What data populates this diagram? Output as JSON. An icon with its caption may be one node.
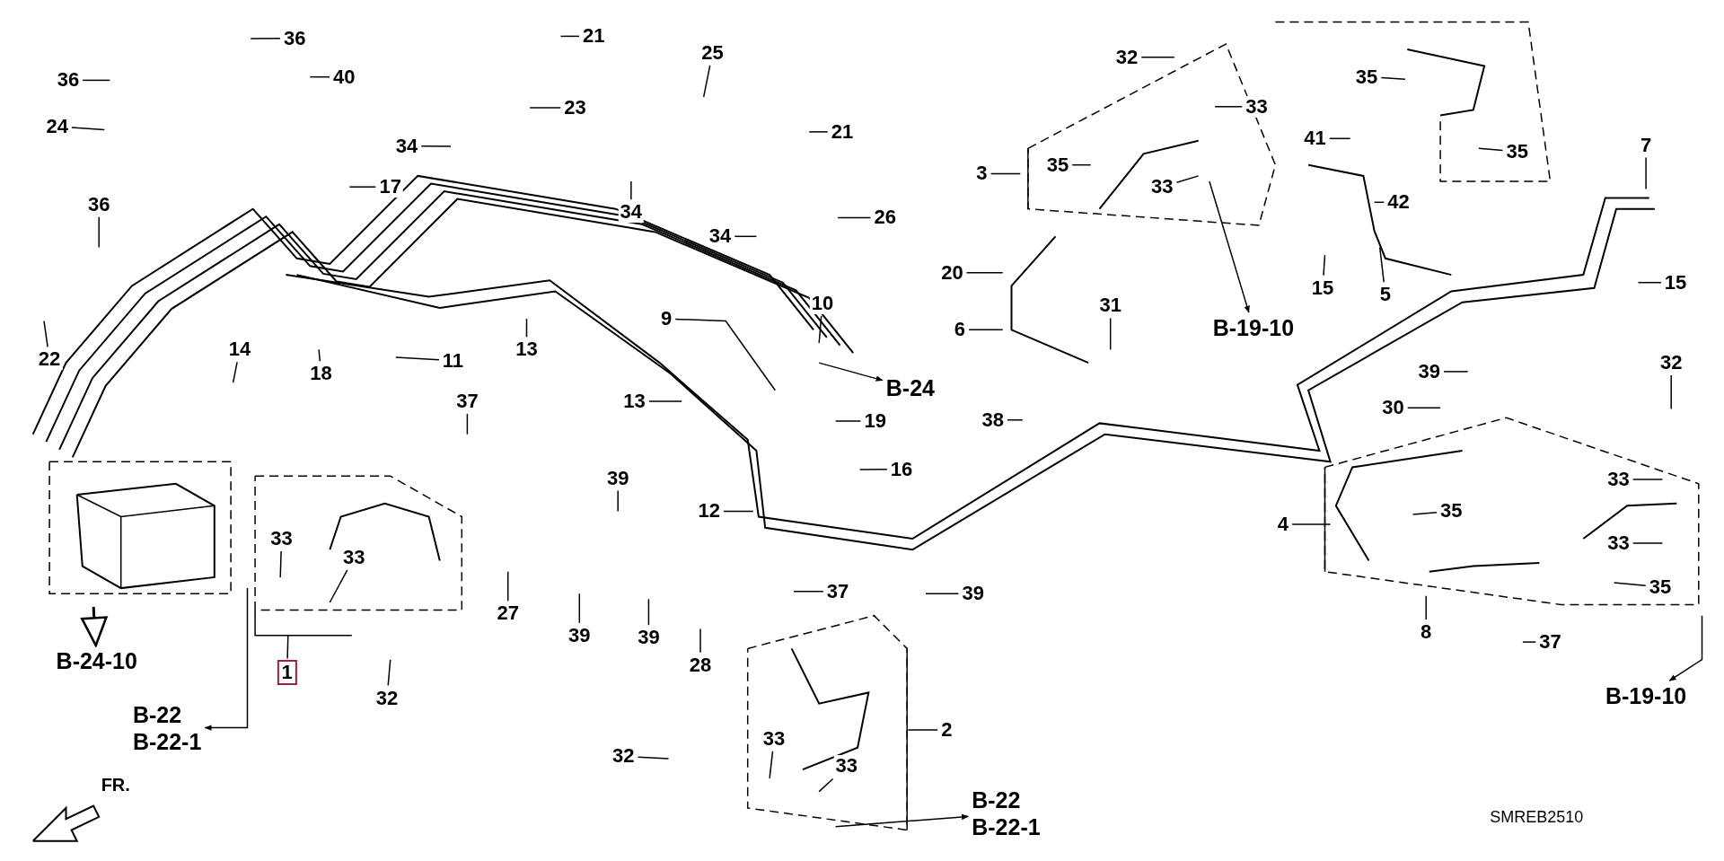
{
  "diagram": {
    "nodes": [
      {
        "text": [
          "36"
        ]
      },
      {
        "text": [
          "21"
        ]
      },
      {
        "text": [
          "25"
        ]
      },
      {
        "text": [
          "36"
        ]
      },
      {
        "text": [
          "40"
        ]
      },
      {
        "text": [
          "23"
        ]
      },
      {
        "text": [
          "21"
        ]
      },
      {
        "text": [
          "32"
        ]
      },
      {
        "text": [
          "33"
        ]
      },
      {
        "text": [
          "35"
        ]
      },
      {
        "text": [
          "24"
        ]
      },
      {
        "text": [
          "34"
        ]
      },
      {
        "text": [
          "41"
        ]
      },
      {
        "text": [
          "35"
        ]
      },
      {
        "text": [
          "3"
        ]
      },
      {
        "text": [
          "35"
        ]
      },
      {
        "text": [
          "33"
        ]
      },
      {
        "text": [
          "7"
        ]
      },
      {
        "text": [
          "17"
        ]
      },
      {
        "text": [
          "34"
        ]
      },
      {
        "text": [
          "26"
        ]
      },
      {
        "text": [
          "42"
        ]
      },
      {
        "text": [
          "36"
        ]
      },
      {
        "text": [
          "34"
        ]
      },
      {
        "text": [
          "20"
        ]
      },
      {
        "text": [
          "B-19-10"
        ]
      },
      {
        "text": [
          "15"
        ]
      },
      {
        "text": [
          "5"
        ]
      },
      {
        "text": [
          "15"
        ]
      },
      {
        "text": [
          "22"
        ]
      },
      {
        "text": [
          "14"
        ]
      },
      {
        "text": [
          "18"
        ]
      },
      {
        "text": [
          "11"
        ]
      },
      {
        "text": [
          "13"
        ]
      },
      {
        "text": [
          "9"
        ]
      },
      {
        "text": [
          "10"
        ]
      },
      {
        "text": [
          "B-24"
        ]
      },
      {
        "text": [
          "6"
        ]
      },
      {
        "text": [
          "31"
        ]
      },
      {
        "text": [
          "39"
        ]
      },
      {
        "text": [
          "32"
        ]
      },
      {
        "text": [
          "13"
        ]
      },
      {
        "text": [
          "19"
        ]
      },
      {
        "text": [
          "37"
        ]
      },
      {
        "text": [
          "38"
        ]
      },
      {
        "text": [
          "30"
        ]
      },
      {
        "text": [
          "16"
        ]
      },
      {
        "text": [
          "33"
        ]
      },
      {
        "text": [
          "39"
        ]
      },
      {
        "text": [
          "12"
        ]
      },
      {
        "text": [
          "4"
        ]
      },
      {
        "text": [
          "35"
        ]
      },
      {
        "text": [
          "33"
        ]
      },
      {
        "text": [
          "33"
        ]
      },
      {
        "text": [
          "33"
        ]
      },
      {
        "text": [
          "27"
        ]
      },
      {
        "text": [
          "39"
        ]
      },
      {
        "text": [
          "39"
        ]
      },
      {
        "text": [
          "37"
        ]
      },
      {
        "text": [
          "39"
        ]
      },
      {
        "text": [
          "35"
        ]
      },
      {
        "text": [
          "8"
        ]
      },
      {
        "text": [
          "37"
        ]
      },
      {
        "text": [
          "28"
        ]
      },
      {
        "text": [
          "1"
        ]
      },
      {
        "text": [
          "32"
        ]
      },
      {
        "text": [
          "B-24-10"
        ]
      },
      {
        "text": [
          "B-22",
          "B-22-1"
        ]
      },
      {
        "text": [
          "2"
        ]
      },
      {
        "text": [
          "32"
        ]
      },
      {
        "text": [
          "33"
        ]
      },
      {
        "text": [
          "33"
        ]
      },
      {
        "text": [
          "B-22",
          "B-22-1"
        ]
      },
      {
        "text": [
          "B-19-10"
        ]
      }
    ],
    "edges": [
      {
        "from": 0,
        "to": null,
        "arrow": "none"
      },
      {
        "from": 1,
        "to": null,
        "arrow": "none"
      },
      {
        "from": 2,
        "to": null,
        "arrow": "none"
      },
      {
        "from": 3,
        "to": null,
        "arrow": "none"
      },
      {
        "from": 4,
        "to": null,
        "arrow": "none"
      },
      {
        "from": 5,
        "to": null,
        "arrow": "none"
      },
      {
        "from": 6,
        "to": null,
        "arrow": "none"
      },
      {
        "from": 7,
        "to": null,
        "arrow": "none"
      },
      {
        "from": 8,
        "to": null,
        "arrow": "none"
      },
      {
        "from": 9,
        "to": null,
        "arrow": "none"
      },
      {
        "from": 10,
        "to": null,
        "arrow": "none"
      },
      {
        "from": 11,
        "to": null,
        "arrow": "none"
      },
      {
        "from": 12,
        "to": null,
        "arrow": "none"
      },
      {
        "from": 13,
        "to": null,
        "arrow": "none"
      },
      {
        "from": 14,
        "to": null,
        "arrow": "none"
      },
      {
        "from": 15,
        "to": null,
        "arrow": "none"
      },
      {
        "from": 16,
        "to": null,
        "arrow": "none"
      },
      {
        "from": 17,
        "to": null,
        "arrow": "none"
      },
      {
        "from": 18,
        "to": null,
        "arrow": "none"
      },
      {
        "from": 19,
        "to": null,
        "arrow": "none"
      },
      {
        "from": 20,
        "to": null,
        "arrow": "none"
      },
      {
        "from": 21,
        "to": null,
        "arrow": "none"
      },
      {
        "from": 22,
        "to": null,
        "arrow": "none"
      },
      {
        "from": 23,
        "to": null,
        "arrow": "none"
      },
      {
        "from": 24,
        "to": null,
        "arrow": "none"
      },
      {
        "from": null,
        "to": 25,
        "arrow": "to"
      },
      {
        "from": 26,
        "to": null,
        "arrow": "none"
      },
      {
        "from": 27,
        "to": null,
        "arrow": "none"
      },
      {
        "from": 28,
        "to": null,
        "arrow": "none"
      },
      {
        "from": 29,
        "to": null,
        "arrow": "none"
      },
      {
        "from": 30,
        "to": null,
        "arrow": "none"
      },
      {
        "from": 31,
        "to": null,
        "arrow": "none"
      },
      {
        "from": 32,
        "to": null,
        "arrow": "none"
      },
      {
        "from": 33,
        "to": null,
        "arrow": "none"
      },
      {
        "from": 34,
        "to": null,
        "arrow": "none"
      },
      {
        "from": 35,
        "to": null,
        "arrow": "none"
      },
      {
        "from": null,
        "to": 36,
        "arrow": "to"
      },
      {
        "from": 37,
        "to": null,
        "arrow": "none"
      },
      {
        "from": 38,
        "to": null,
        "arrow": "none"
      },
      {
        "from": 39,
        "to": null,
        "arrow": "none"
      },
      {
        "from": 40,
        "to": null,
        "arrow": "none"
      },
      {
        "from": 41,
        "to": null,
        "arrow": "none"
      },
      {
        "from": 42,
        "to": null,
        "arrow": "none"
      },
      {
        "from": 43,
        "to": null,
        "arrow": "none"
      },
      {
        "from": 44,
        "to": null,
        "arrow": "none"
      },
      {
        "from": 45,
        "to": null,
        "arrow": "none"
      },
      {
        "from": 46,
        "to": null,
        "arrow": "none"
      },
      {
        "from": 47,
        "to": null,
        "arrow": "none"
      },
      {
        "from": 48,
        "to": null,
        "arrow": "none"
      },
      {
        "from": 49,
        "to": null,
        "arrow": "none"
      },
      {
        "from": 50,
        "to": null,
        "arrow": "none"
      },
      {
        "from": 51,
        "to": null,
        "arrow": "none"
      },
      {
        "from": 52,
        "to": null,
        "arrow": "none"
      },
      {
        "from": 53,
        "to": null,
        "arrow": "none"
      },
      {
        "from": 54,
        "to": null,
        "arrow": "none"
      },
      {
        "from": 55,
        "to": null,
        "arrow": "none"
      },
      {
        "from": 56,
        "to": null,
        "arrow": "none"
      },
      {
        "from": 57,
        "to": null,
        "arrow": "none"
      },
      {
        "from": 58,
        "to": null,
        "arrow": "none"
      },
      {
        "from": 59,
        "to": null,
        "arrow": "none"
      },
      {
        "from": 60,
        "to": null,
        "arrow": "none"
      },
      {
        "from": 61,
        "to": null,
        "arrow": "none"
      },
      {
        "from": 62,
        "to": null,
        "arrow": "none"
      },
      {
        "from": 63,
        "to": null,
        "arrow": "none"
      },
      {
        "from": 64,
        "to": null,
        "arrow": "none"
      },
      {
        "from": 65,
        "to": null,
        "arrow": "none"
      },
      {
        "from": null,
        "to": 66,
        "arrow": "to"
      },
      {
        "from": null,
        "to": 67,
        "arrow": "to"
      },
      {
        "from": 68,
        "to": null,
        "arrow": "none"
      },
      {
        "from": 69,
        "to": null,
        "arrow": "none"
      },
      {
        "from": 70,
        "to": null,
        "arrow": "none"
      },
      {
        "from": 71,
        "to": null,
        "arrow": "none"
      },
      {
        "from": null,
        "to": 72,
        "arrow": "to"
      },
      {
        "from": null,
        "to": 73,
        "arrow": "to"
      }
    ],
    "labels": [
      "FR.",
      "SMREB2510"
    ]
  }
}
